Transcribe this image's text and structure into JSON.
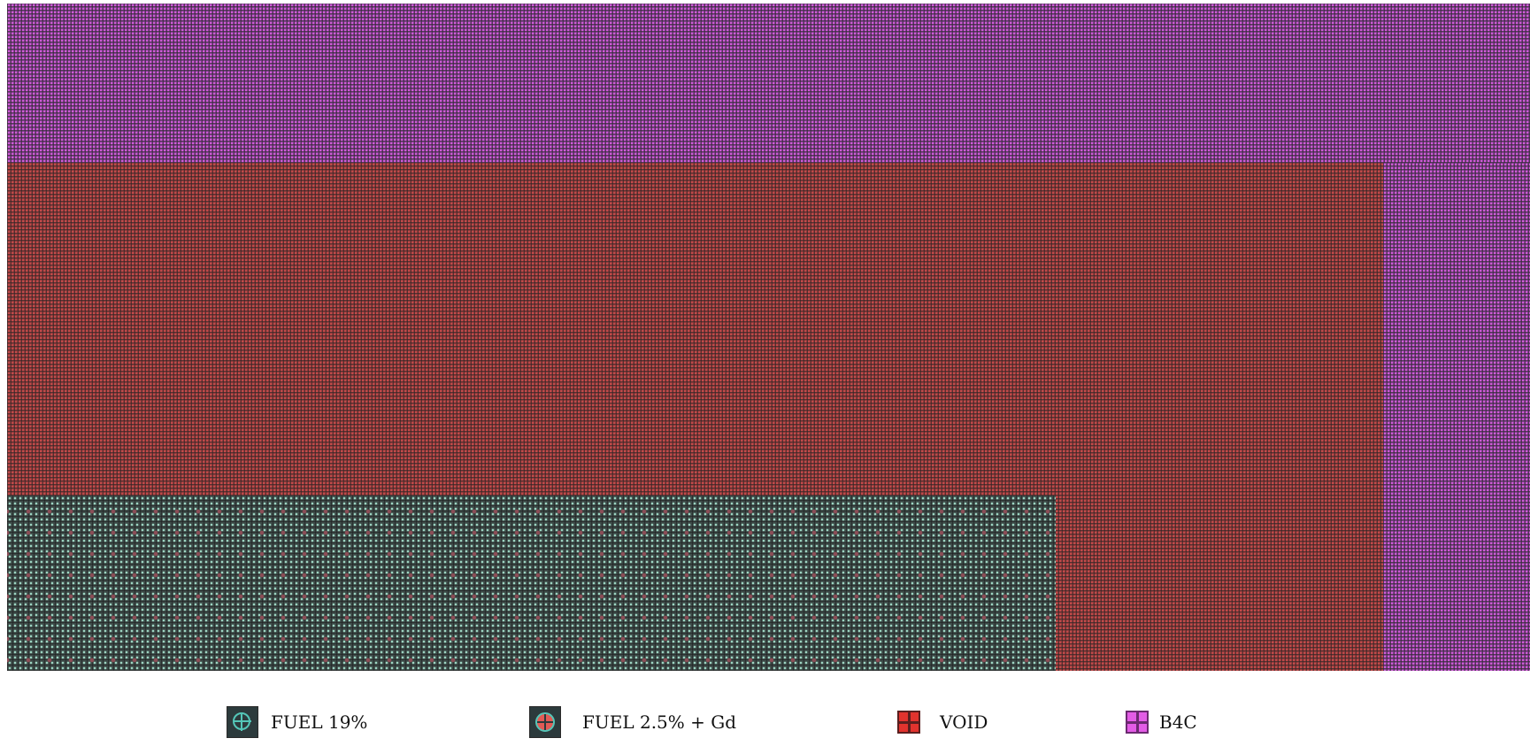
{
  "legend": {
    "items": [
      {
        "key": "fuel_19",
        "label": "FUEL 19%",
        "icon": "fuel-19-icon",
        "color": "#54c6b8"
      },
      {
        "key": "fuel_gd",
        "label": "FUEL 2.5% + Gd",
        "icon": "fuel-gd-icon",
        "color": "#e25a55"
      },
      {
        "key": "void",
        "label": "VOID",
        "icon": "void-icon",
        "color": "#e2332e"
      },
      {
        "key": "b4c",
        "label": "B4C",
        "icon": "b4c-icon",
        "color": "#e35ce6"
      }
    ]
  },
  "regions": {
    "b4c_color": "#7a3f86",
    "void_color": "#8a3a3a",
    "fuel_color": "#3d4a48"
  }
}
